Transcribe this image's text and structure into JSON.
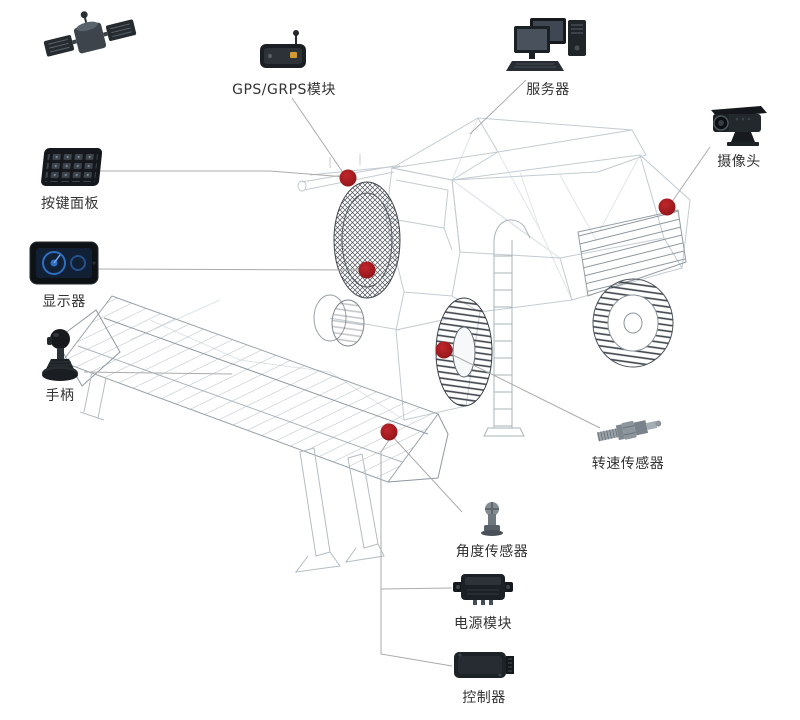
{
  "components": {
    "satellite": {
      "icon": "satellite-icon"
    },
    "gps_module": {
      "icon": "gps-module-icon",
      "label": "GPS/GRPS模块"
    },
    "server": {
      "icon": "server-icon",
      "label": "服务器"
    },
    "camera": {
      "icon": "camera-icon",
      "label": "摄像头"
    },
    "keypad": {
      "icon": "keypad-icon",
      "label": "按键面板"
    },
    "display": {
      "icon": "display-icon",
      "label": "显示器"
    },
    "joystick": {
      "icon": "joystick-icon",
      "label": "手柄"
    },
    "speed_sensor": {
      "icon": "speed-sensor-icon",
      "label": "转速传感器"
    },
    "angle_sensor": {
      "icon": "angle-sensor-icon",
      "label": "角度传感器"
    },
    "power_module": {
      "icon": "power-module-icon",
      "label": "电源模块"
    },
    "controller": {
      "icon": "controller-icon",
      "label": "控制器"
    }
  },
  "markers": {
    "count": 5
  },
  "colors": {
    "marker": "#a6191e",
    "connector": "#ababab",
    "wireframe": "#c3cbd2",
    "label_text": "#333333",
    "background": "#ffffff"
  }
}
